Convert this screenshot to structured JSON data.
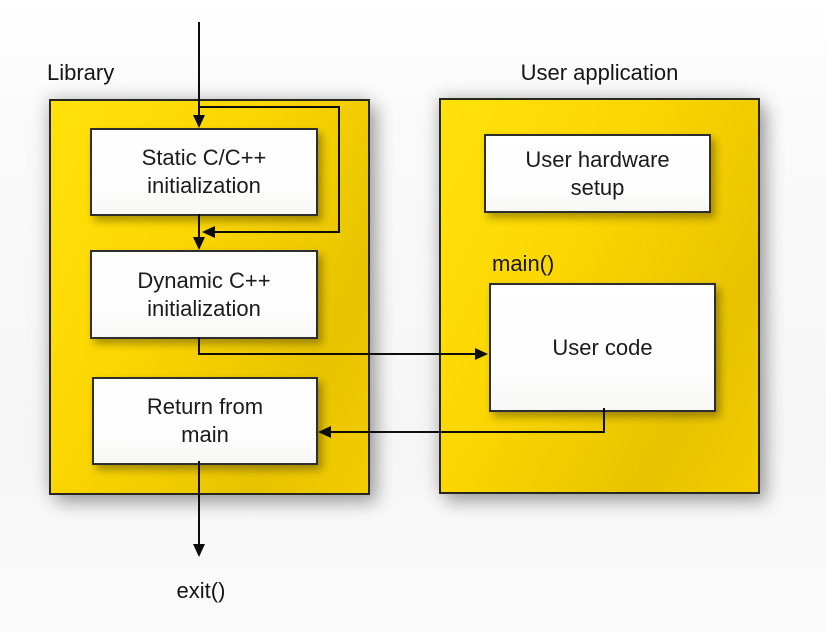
{
  "diagram": {
    "panels": {
      "library": {
        "title": "Library"
      },
      "user_app": {
        "title": "User application"
      }
    },
    "boxes": {
      "static_init": {
        "label": "Static C/C++\ninitialization"
      },
      "dynamic_init": {
        "label": "Dynamic C++\ninitialization"
      },
      "return_main": {
        "label": "Return from\nmain"
      },
      "hardware_setup": {
        "label": "User hardware\nsetup"
      },
      "user_code": {
        "label": "User code"
      }
    },
    "annotations": {
      "main_label": "main()",
      "exit_label": "exit()"
    },
    "flows": {
      "entry": "entry into library startup",
      "static_loop": "loop over static C/C++ initializers",
      "static_to_dynamic": "static to dynamic initialization",
      "dynamic_to_user_code": "dynamic initialization to user code (main)",
      "user_code_to_return": "user code returns to library",
      "return_to_exit": "return from main to exit()"
    },
    "colors": {
      "panel_fill": "#fcd701",
      "panel_fill_dark": "#e7c300",
      "panel_border": "#272721",
      "box_fill": "#ffffff",
      "box_border": "#2e2e2e",
      "line": "#0d0d0d",
      "text": "#1b1b1b",
      "background": "#f6f6f6"
    }
  }
}
